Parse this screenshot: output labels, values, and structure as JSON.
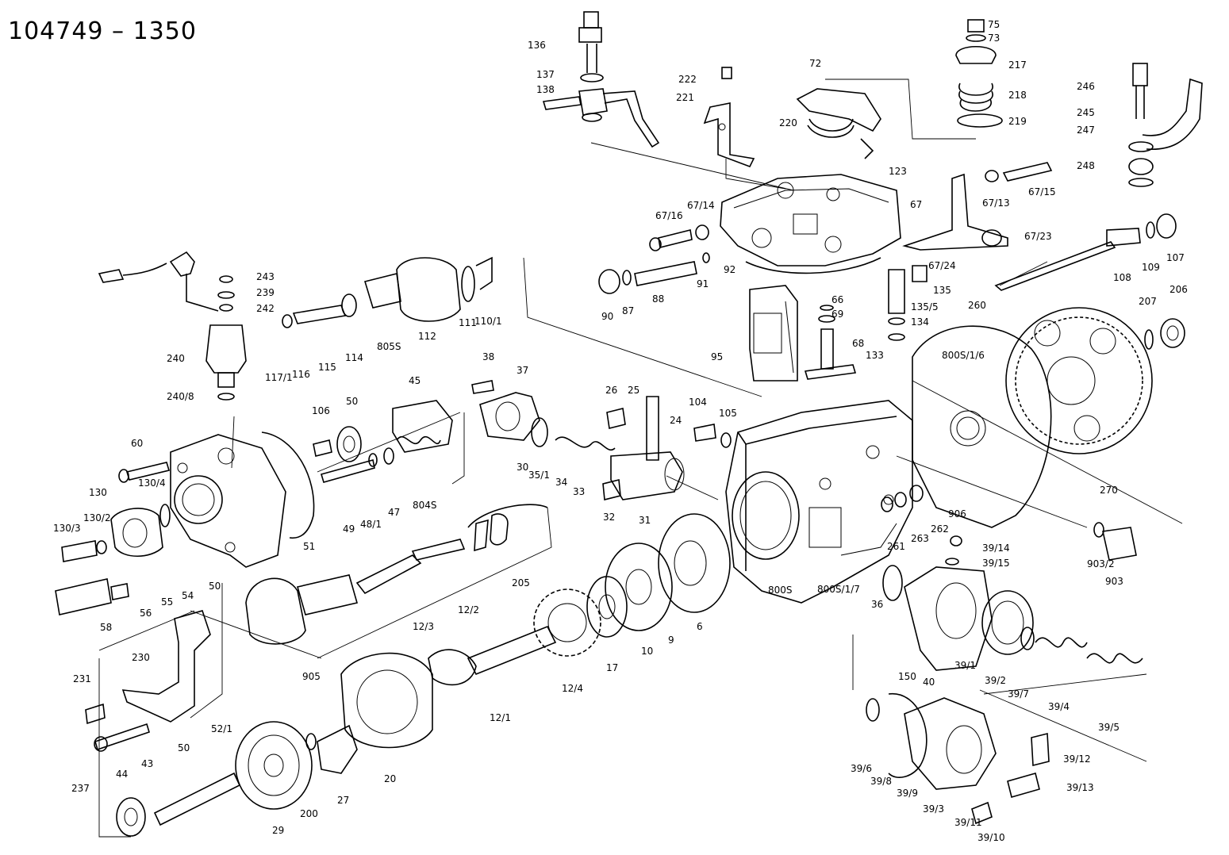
{
  "drawing_number": "104749 – 1350",
  "callouts": [
    {
      "id": "c136",
      "text": "136"
    },
    {
      "id": "c137",
      "text": "137"
    },
    {
      "id": "c138",
      "text": "138"
    },
    {
      "id": "c222",
      "text": "222"
    },
    {
      "id": "c221",
      "text": "221"
    },
    {
      "id": "c72",
      "text": "72"
    },
    {
      "id": "c220",
      "text": "220"
    },
    {
      "id": "c75",
      "text": "75"
    },
    {
      "id": "c73",
      "text": "73"
    },
    {
      "id": "c217",
      "text": "217"
    },
    {
      "id": "c218",
      "text": "218"
    },
    {
      "id": "c219",
      "text": "219"
    },
    {
      "id": "c246",
      "text": "246"
    },
    {
      "id": "c245",
      "text": "245"
    },
    {
      "id": "c247",
      "text": "247"
    },
    {
      "id": "c248",
      "text": "248"
    },
    {
      "id": "c123",
      "text": "123"
    },
    {
      "id": "c67_15",
      "text": "67/15"
    },
    {
      "id": "c67_13",
      "text": "67/13"
    },
    {
      "id": "c67",
      "text": "67"
    },
    {
      "id": "c67_16",
      "text": "67/16"
    },
    {
      "id": "c67_14",
      "text": "67/14"
    },
    {
      "id": "c67_23",
      "text": "67/23"
    },
    {
      "id": "c67_24",
      "text": "67/24"
    },
    {
      "id": "c107",
      "text": "107"
    },
    {
      "id": "c109",
      "text": "109"
    },
    {
      "id": "c108",
      "text": "108"
    },
    {
      "id": "c243",
      "text": "243"
    },
    {
      "id": "c239",
      "text": "239"
    },
    {
      "id": "c242",
      "text": "242"
    },
    {
      "id": "c240",
      "text": "240"
    },
    {
      "id": "c240_8",
      "text": "240/8"
    },
    {
      "id": "c117_1",
      "text": "117/1"
    },
    {
      "id": "c116",
      "text": "116"
    },
    {
      "id": "c115",
      "text": "115"
    },
    {
      "id": "c114",
      "text": "114"
    },
    {
      "id": "c805s",
      "text": "805S"
    },
    {
      "id": "c112",
      "text": "112"
    },
    {
      "id": "c111",
      "text": "111"
    },
    {
      "id": "c110_1",
      "text": "110/1"
    },
    {
      "id": "c90",
      "text": "90"
    },
    {
      "id": "c87",
      "text": "87"
    },
    {
      "id": "c88",
      "text": "88"
    },
    {
      "id": "c91",
      "text": "91"
    },
    {
      "id": "c92",
      "text": "92"
    },
    {
      "id": "c66",
      "text": "66"
    },
    {
      "id": "c69",
      "text": "69"
    },
    {
      "id": "c135",
      "text": "135"
    },
    {
      "id": "c135_5",
      "text": "135/5"
    },
    {
      "id": "c134",
      "text": "134"
    },
    {
      "id": "c133",
      "text": "133"
    },
    {
      "id": "c68",
      "text": "68"
    },
    {
      "id": "c95",
      "text": "95"
    },
    {
      "id": "c260",
      "text": "260"
    },
    {
      "id": "c800s_1_6",
      "text": "800S/1/6"
    },
    {
      "id": "c207",
      "text": "207"
    },
    {
      "id": "c206",
      "text": "206"
    },
    {
      "id": "c38",
      "text": "38"
    },
    {
      "id": "c37",
      "text": "37"
    },
    {
      "id": "c26",
      "text": "26"
    },
    {
      "id": "c25",
      "text": "25"
    },
    {
      "id": "c24",
      "text": "24"
    },
    {
      "id": "c104",
      "text": "104"
    },
    {
      "id": "c105",
      "text": "105"
    },
    {
      "id": "c45",
      "text": "45"
    },
    {
      "id": "c106",
      "text": "106"
    },
    {
      "id": "c50a",
      "text": "50"
    },
    {
      "id": "c60",
      "text": "60"
    },
    {
      "id": "c130",
      "text": "130"
    },
    {
      "id": "c130_4",
      "text": "130/4"
    },
    {
      "id": "c130_2",
      "text": "130/2"
    },
    {
      "id": "c130_3",
      "text": "130/3"
    },
    {
      "id": "c49",
      "text": "49"
    },
    {
      "id": "c48_1",
      "text": "48/1"
    },
    {
      "id": "c47",
      "text": "47"
    },
    {
      "id": "c804s",
      "text": "804S"
    },
    {
      "id": "c51",
      "text": "51"
    },
    {
      "id": "c30",
      "text": "30"
    },
    {
      "id": "c35_1",
      "text": "35/1"
    },
    {
      "id": "c34",
      "text": "34"
    },
    {
      "id": "c33",
      "text": "33"
    },
    {
      "id": "c32",
      "text": "32"
    },
    {
      "id": "c31",
      "text": "31"
    },
    {
      "id": "c270",
      "text": "270"
    },
    {
      "id": "c906",
      "text": "906"
    },
    {
      "id": "c262",
      "text": "262"
    },
    {
      "id": "c263",
      "text": "263"
    },
    {
      "id": "c903_2",
      "text": "903/2"
    },
    {
      "id": "c903",
      "text": "903"
    },
    {
      "id": "c58",
      "text": "58"
    },
    {
      "id": "c56",
      "text": "56"
    },
    {
      "id": "c55",
      "text": "55"
    },
    {
      "id": "c54",
      "text": "54"
    },
    {
      "id": "c50b",
      "text": "50"
    },
    {
      "id": "c205",
      "text": "205"
    },
    {
      "id": "c12_2",
      "text": "12/2"
    },
    {
      "id": "c12_3",
      "text": "12/3"
    },
    {
      "id": "c261",
      "text": "261"
    },
    {
      "id": "c39_14",
      "text": "39/14"
    },
    {
      "id": "c39_15",
      "text": "39/15"
    },
    {
      "id": "c800s",
      "text": "800S"
    },
    {
      "id": "c800s_1_7",
      "text": "800S/1/7"
    },
    {
      "id": "c36",
      "text": "36"
    },
    {
      "id": "c9",
      "text": "9"
    },
    {
      "id": "c6",
      "text": "6"
    },
    {
      "id": "c10",
      "text": "10"
    },
    {
      "id": "c17",
      "text": "17"
    },
    {
      "id": "c12_4",
      "text": "12/4"
    },
    {
      "id": "c905",
      "text": "905"
    },
    {
      "id": "c230",
      "text": "230"
    },
    {
      "id": "c231",
      "text": "231"
    },
    {
      "id": "c12_1",
      "text": "12/1"
    },
    {
      "id": "c150",
      "text": "150"
    },
    {
      "id": "c40",
      "text": "40"
    },
    {
      "id": "c39_1",
      "text": "39/1"
    },
    {
      "id": "c39_2",
      "text": "39/2"
    },
    {
      "id": "c39_7",
      "text": "39/7"
    },
    {
      "id": "c39_4",
      "text": "39/4"
    },
    {
      "id": "c39_5",
      "text": "39/5"
    },
    {
      "id": "c52_1",
      "text": "52/1"
    },
    {
      "id": "c237",
      "text": "237"
    },
    {
      "id": "c44",
      "text": "44"
    },
    {
      "id": "c43",
      "text": "43"
    },
    {
      "id": "c50c",
      "text": "50"
    },
    {
      "id": "c29",
      "text": "29"
    },
    {
      "id": "c200",
      "text": "200"
    },
    {
      "id": "c27",
      "text": "27"
    },
    {
      "id": "c20",
      "text": "20"
    },
    {
      "id": "c39_6",
      "text": "39/6"
    },
    {
      "id": "c39_8",
      "text": "39/8"
    },
    {
      "id": "c39_9",
      "text": "39/9"
    },
    {
      "id": "c39_3",
      "text": "39/3"
    },
    {
      "id": "c39_11",
      "text": "39/11"
    },
    {
      "id": "c39_10",
      "text": "39/10"
    },
    {
      "id": "c39_12",
      "text": "39/12"
    },
    {
      "id": "c39_13",
      "text": "39/13"
    }
  ]
}
